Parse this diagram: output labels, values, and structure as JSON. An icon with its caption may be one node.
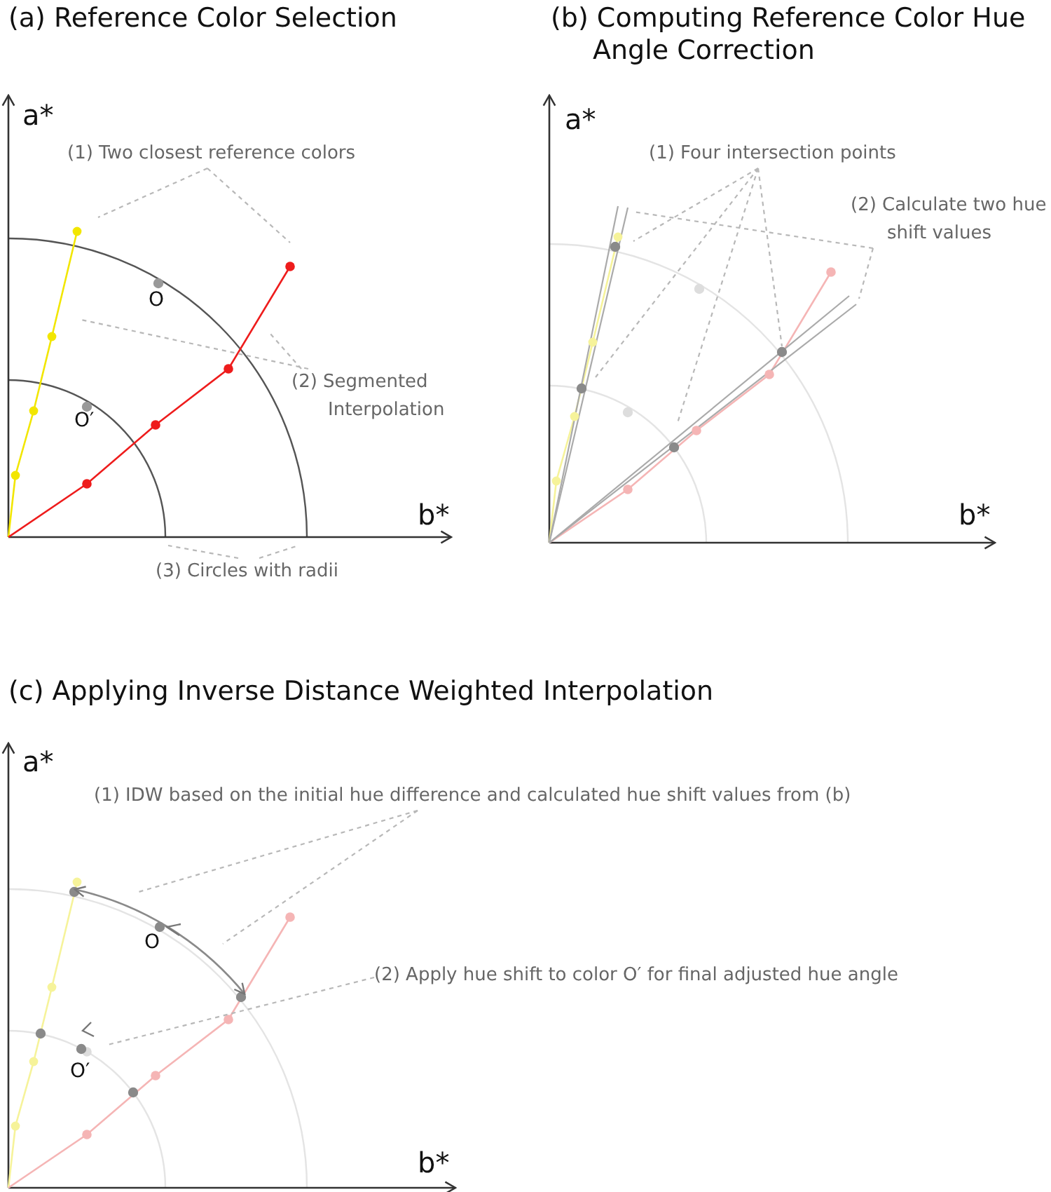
{
  "diagram": {
    "nodes": [
      {
        "text": [
          "(1) Two closest reference colors"
        ]
      },
      {
        "text": [
          "(2) Segmented Interpolation"
        ]
      },
      {
        "text": [
          "(3) Circles with radii"
        ]
      },
      {
        "text": [
          "(1) Four intersection points"
        ]
      },
      {
        "text": [
          "(2) Calculate two hue shift values"
        ]
      },
      {
        "text": [
          "(1) IDW based on the initial hue difference and calculated hue shift values from (b)"
        ]
      },
      {
        "text": [
          "(2) Apply hue shift to color O′ for final adjusted hue angle"
        ]
      }
    ],
    "edges": [
      {
        "from": 0,
        "to": null,
        "arrow": "none",
        "style": "dashed"
      },
      {
        "from": 0,
        "to": null,
        "arrow": "none",
        "style": "dashed"
      },
      {
        "from": 1,
        "to": null,
        "arrow": "none",
        "style": "dashed"
      },
      {
        "from": 1,
        "to": null,
        "arrow": "none",
        "style": "dashed"
      },
      {
        "from": 2,
        "to": null,
        "arrow": "none",
        "style": "dashed"
      },
      {
        "from": 2,
        "to": null,
        "arrow": "none",
        "style": "dashed"
      },
      {
        "from": 3,
        "to": null,
        "arrow": "none",
        "style": "dashed"
      },
      {
        "from": 3,
        "to": null,
        "arrow": "none",
        "style": "dashed"
      },
      {
        "from": 3,
        "to": null,
        "arrow": "none",
        "style": "dashed"
      },
      {
        "from": 3,
        "to": null,
        "arrow": "none",
        "style": "dashed"
      },
      {
        "from": 4,
        "to": null,
        "arrow": "none",
        "style": "dashed"
      },
      {
        "from": 4,
        "to": null,
        "arrow": "none",
        "style": "dashed"
      },
      {
        "from": 5,
        "to": null,
        "arrow": "none",
        "style": "dashed"
      },
      {
        "from": 5,
        "to": null,
        "arrow": "none",
        "style": "dashed"
      },
      {
        "from": 6,
        "to": null,
        "arrow": "none",
        "style": "dashed"
      }
    ],
    "labels": [
      "(a) Reference Color Selection",
      "(b) Computing Reference Color Hue Angle Correction",
      "a*",
      "O",
      "O′",
      "b*",
      "a*",
      "b*",
      "(c) Applying Inverse Distance Weighted Interpolation",
      "a*",
      "O",
      "O′",
      "b*"
    ]
  }
}
